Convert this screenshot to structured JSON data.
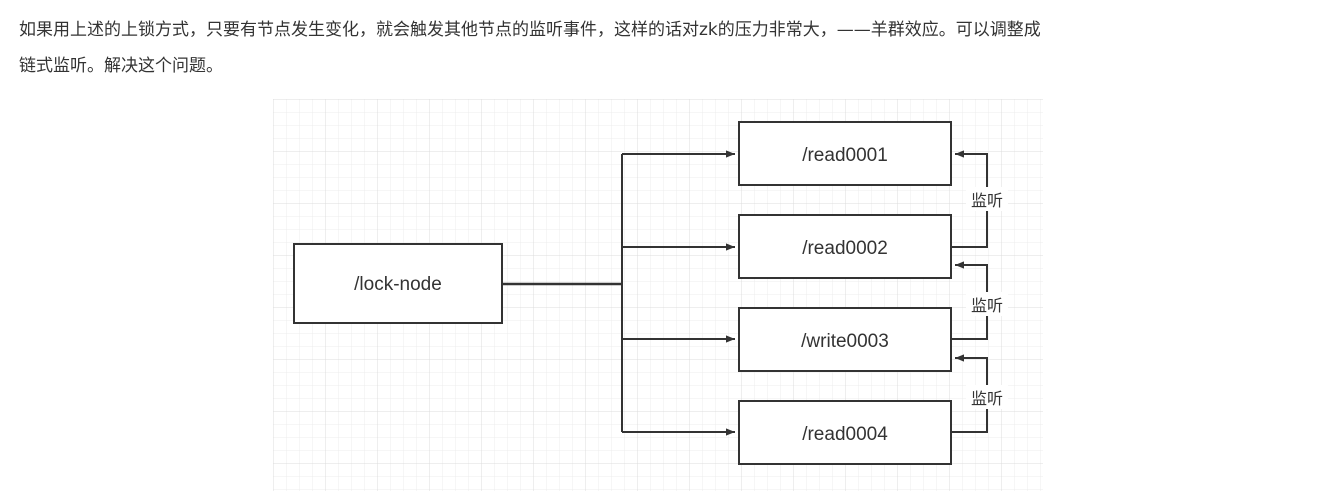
{
  "paragraph": {
    "line1": "如果用上述的上锁方式，只要有节点发生变化，就会触发其他节点的监听事件，这样的话对zk的压力非常大，——羊群效应。可以调整成",
    "line2": "链式监听。解决这个问题。"
  },
  "diagram": {
    "root_node": "/lock-node",
    "children": [
      {
        "label": "/read0001"
      },
      {
        "label": "/read0002"
      },
      {
        "label": "/write0003"
      },
      {
        "label": "/read0004"
      }
    ],
    "listen_labels": [
      "监听",
      "监听",
      "监听"
    ]
  }
}
